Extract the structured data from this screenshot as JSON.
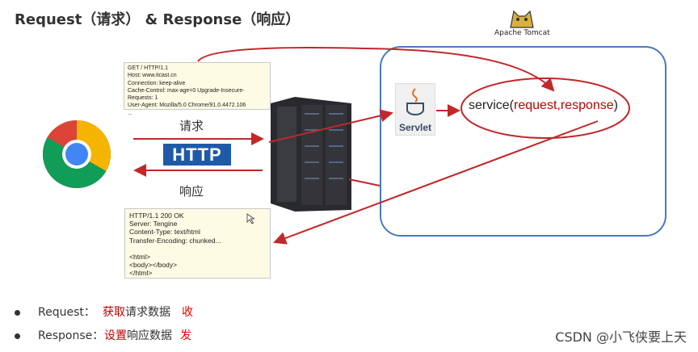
{
  "title": "Request（请求） & Response（响应）",
  "tomcat": {
    "label": "Apache Tomcat",
    "icon": "tomcat-logo-icon"
  },
  "request_message": [
    "GET / HTTP/1.1",
    "Host: www.itcast.cn",
    "Connection: keep-alive",
    "Cache-Control: max-age=0 Upgrade-Insecure-Requests: 1",
    "User-Agent: Mozilla/5.0 Chrome/91.0.4472.106",
    "..."
  ],
  "response_message": [
    "HTTP/1.1 200 OK",
    "Server: Tengine",
    "Content-Type: text/html",
    "Transfer-Encoding: chunked...",
    "",
    "<html>",
    "<body></body>",
    "</html>"
  ],
  "labels": {
    "request_cn": "请求",
    "response_cn": "响应",
    "http": "HTTP",
    "servlet": "Servlet"
  },
  "service": {
    "prefix": "service(",
    "request": "request",
    "comma": ",",
    "response": "response",
    "suffix": ")"
  },
  "bullets": [
    {
      "term": "Request：",
      "highlight": "获取",
      "rest": "请求数据",
      "tag": "收"
    },
    {
      "term": "Response：",
      "highlight": "设置",
      "rest": "响应数据",
      "tag": "发"
    }
  ],
  "watermark": "CSDN @小飞侠要上天",
  "colors": {
    "accent_red": "#c00000",
    "container_blue": "#4a78c0",
    "http_blue": "#1f5aa8"
  }
}
